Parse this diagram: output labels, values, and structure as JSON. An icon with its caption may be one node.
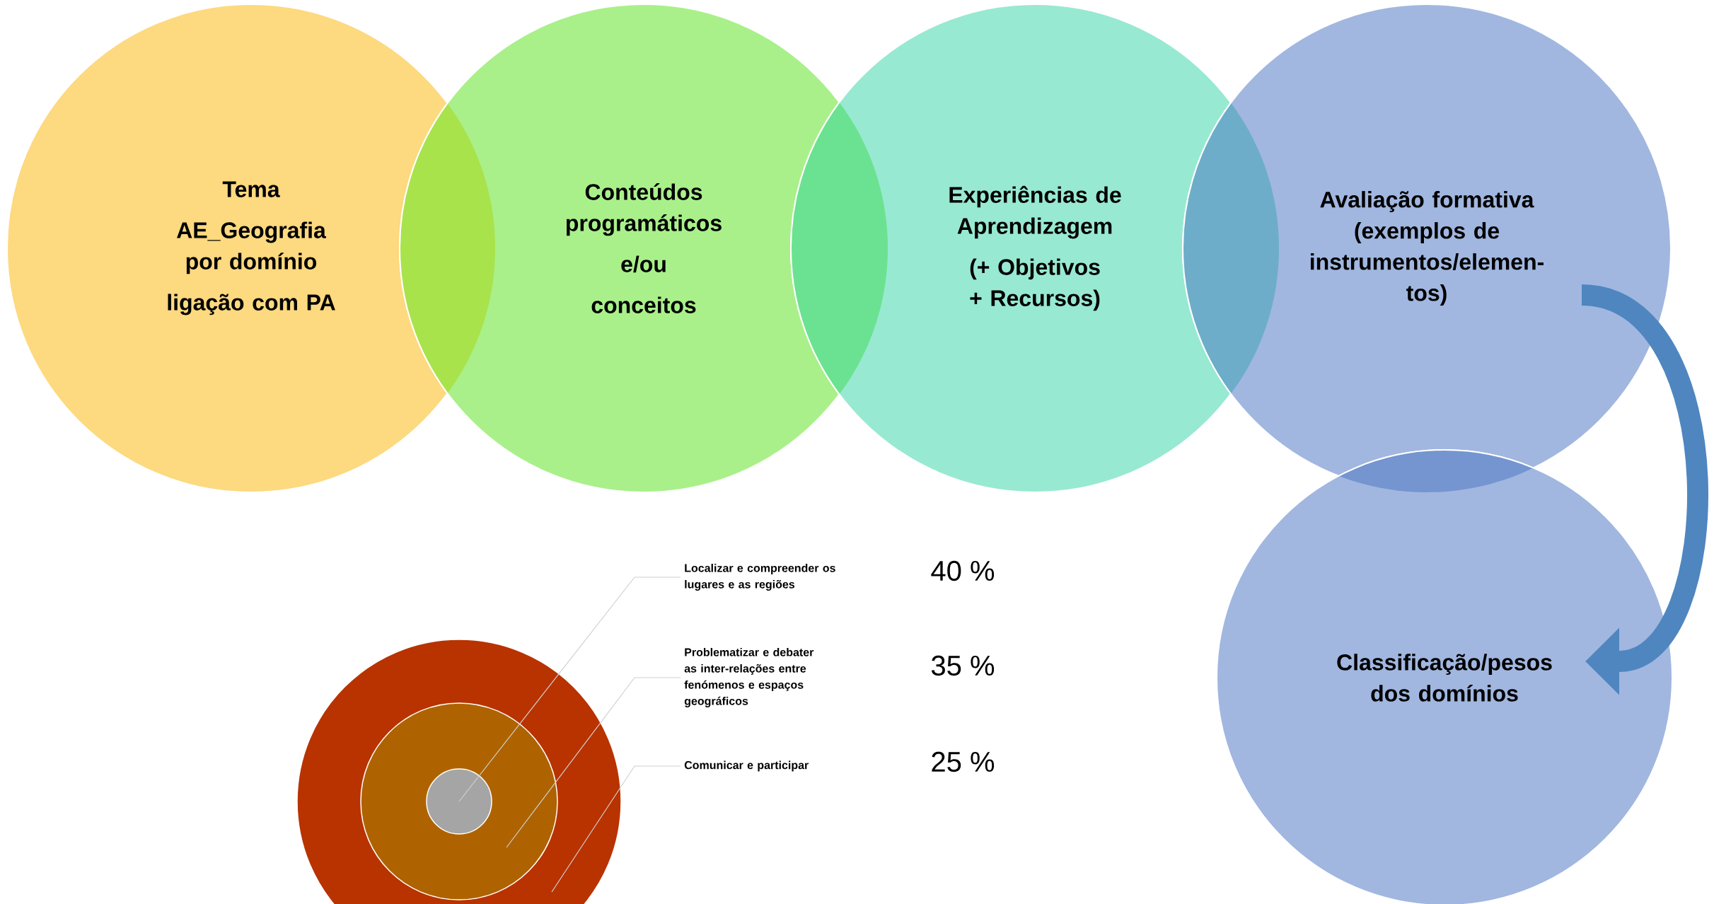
{
  "diagram": {
    "nodes": [
      {
        "text": [
          "Tema",
          "AE_Geografia por domínio",
          "ligação com PA"
        ]
      },
      {
        "text": [
          "Conteúdos programáticos",
          "e/ou",
          "conceitos"
        ]
      },
      {
        "text": [
          "Experiências de Aprendizagem",
          "(+ Objetivos + Recursos)"
        ]
      },
      {
        "text": [
          "Avaliação formativa (exemplos de instrumentos/elemen-tos)"
        ]
      },
      {
        "text": [
          "Classificação/pesos dos domínios"
        ]
      },
      {
        "text": [
          "Localizar e compreender os lugares e as regiões"
        ]
      },
      {
        "text": [
          "Problematizar e debater as inter-relações entre fenómenos e espaços geográficos"
        ]
      },
      {
        "text": [
          "Comunicar e participar"
        ]
      },
      {
        "text": [],
        "shape": "circle"
      },
      {
        "text": [],
        "shape": "circle",
        "in": 8
      },
      {
        "text": [],
        "shape": "circle",
        "in": 9
      }
    ],
    "edges": [
      {
        "from": 3,
        "to": 4,
        "arrow": "to",
        "style": "thick",
        "color": "#4f86c0"
      },
      {
        "from": 5,
        "to": 10,
        "arrow": "none"
      },
      {
        "from": 6,
        "to": 9,
        "arrow": "none"
      },
      {
        "from": 7,
        "to": 8,
        "arrow": "none"
      }
    ],
    "labels": [
      "40 %",
      "35 %",
      "25 %"
    ]
  }
}
